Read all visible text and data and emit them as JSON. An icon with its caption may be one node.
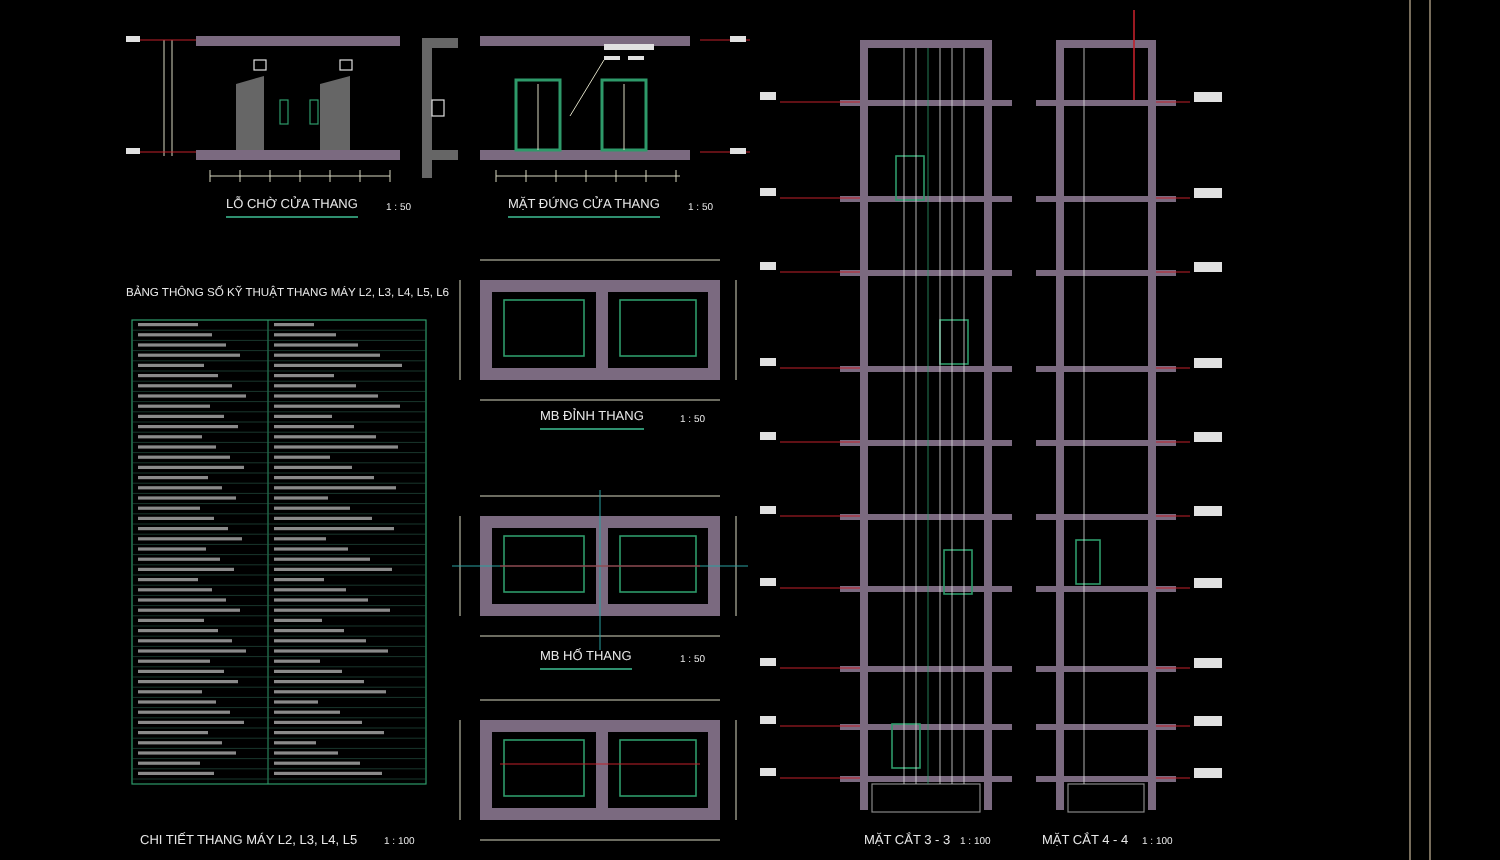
{
  "diagram": {
    "labels": [
      "LỖ CHỜ CỬA THANG",
      "1 : 50",
      "MẶT ĐỨNG CỬA THANG",
      "1 : 50",
      "BẢNG THÔNG SỐ KỸ THUẬT THANG MÁY L2, L3, L4, L5, L6",
      "MB ĐỈNH THANG",
      "1 : 50",
      "MB HỐ THANG",
      "1 : 50",
      "MẶT CẮT 3 - 3",
      "1 : 100",
      "MẶT CẮT 4 - 4",
      "1 : 100",
      "CHI TIẾT THANG MÁY L2, L3, L4, L5",
      "1 : 100"
    ]
  }
}
